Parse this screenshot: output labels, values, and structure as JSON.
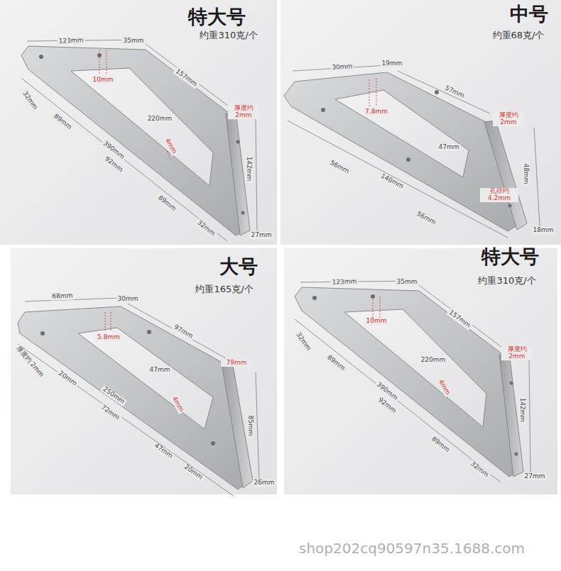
{
  "diagram": {
    "labels": [
      "特大号",
      "约重310克/个",
      "123mm",
      "35mm",
      "10mm",
      "157mm",
      "32mm",
      "89mm",
      "220mm",
      "厚度约 2mm",
      "390mm",
      "92mm",
      "4mm",
      "142mm",
      "89mm",
      "32mm",
      "27mm",
      "中号",
      "约重68克/个",
      "30mm",
      "19mm",
      "7.8mm",
      "57mm",
      "厚度约 2mm",
      "47mm",
      "56mm",
      "140mm",
      "48mm",
      "孔径约 4.2mm",
      "56mm",
      "18mm",
      "大号",
      "约重165克/个",
      "68mm",
      "30mm",
      "5.8mm",
      "97mm",
      "厚度约 2mm",
      "20mm",
      "47mm",
      "79mm",
      "250mm",
      "72mm",
      "4mm",
      "85mm",
      "47mm",
      "20mm",
      "26mm",
      "特大号",
      "约重310克/个",
      "123mm",
      "35mm",
      "10mm",
      "157mm",
      "32mm",
      "89mm",
      "220mm",
      "厚度约 2mm",
      "390mm",
      "92mm",
      "4mm",
      "142mm",
      "89mm",
      "32mm",
      "27mm",
      "shop202cq90597n35.1688.com"
    ]
  }
}
